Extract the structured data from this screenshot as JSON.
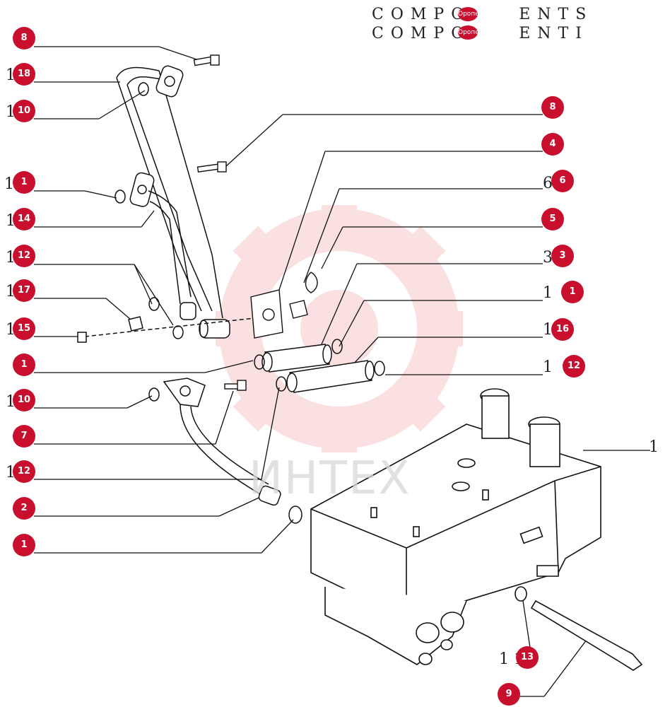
{
  "title": {
    "line1": "COMPO",
    "line1_end": "ENTS",
    "line2": "COMPO",
    "line2_end": "ENTI",
    "overlay": "Оропе"
  },
  "watermark": "ИНТЕХ",
  "colors": {
    "badge": "#c8102e",
    "line": "#111111",
    "watermark_gear": "#f6c7c9"
  },
  "callouts": {
    "c8a": "8",
    "c18": "18",
    "c10a": "10",
    "c1a": "1",
    "c14": "14",
    "c12a": "12",
    "c17": "17",
    "c15": "15",
    "c1b": "1",
    "c10b": "10",
    "c7": "7",
    "c12b": "12",
    "c2": "2",
    "c1c": "1",
    "c8b": "8",
    "c4": "4",
    "c6": "6",
    "c5": "5",
    "c3": "3",
    "c1d": "1",
    "c16": "16",
    "c12c": "12",
    "c13": "13",
    "c9": "9"
  },
  "numbers": {
    "n1": "1",
    "n2": "1",
    "n3": "1",
    "n4": "1",
    "n5": "1",
    "n6": "1",
    "n7": "1",
    "n8": "6",
    "n9": "3",
    "n10": "1",
    "n11": "1",
    "n12": "1",
    "n13": "1",
    "n14": "1",
    "n15": "1",
    "n16": "1 1"
  }
}
